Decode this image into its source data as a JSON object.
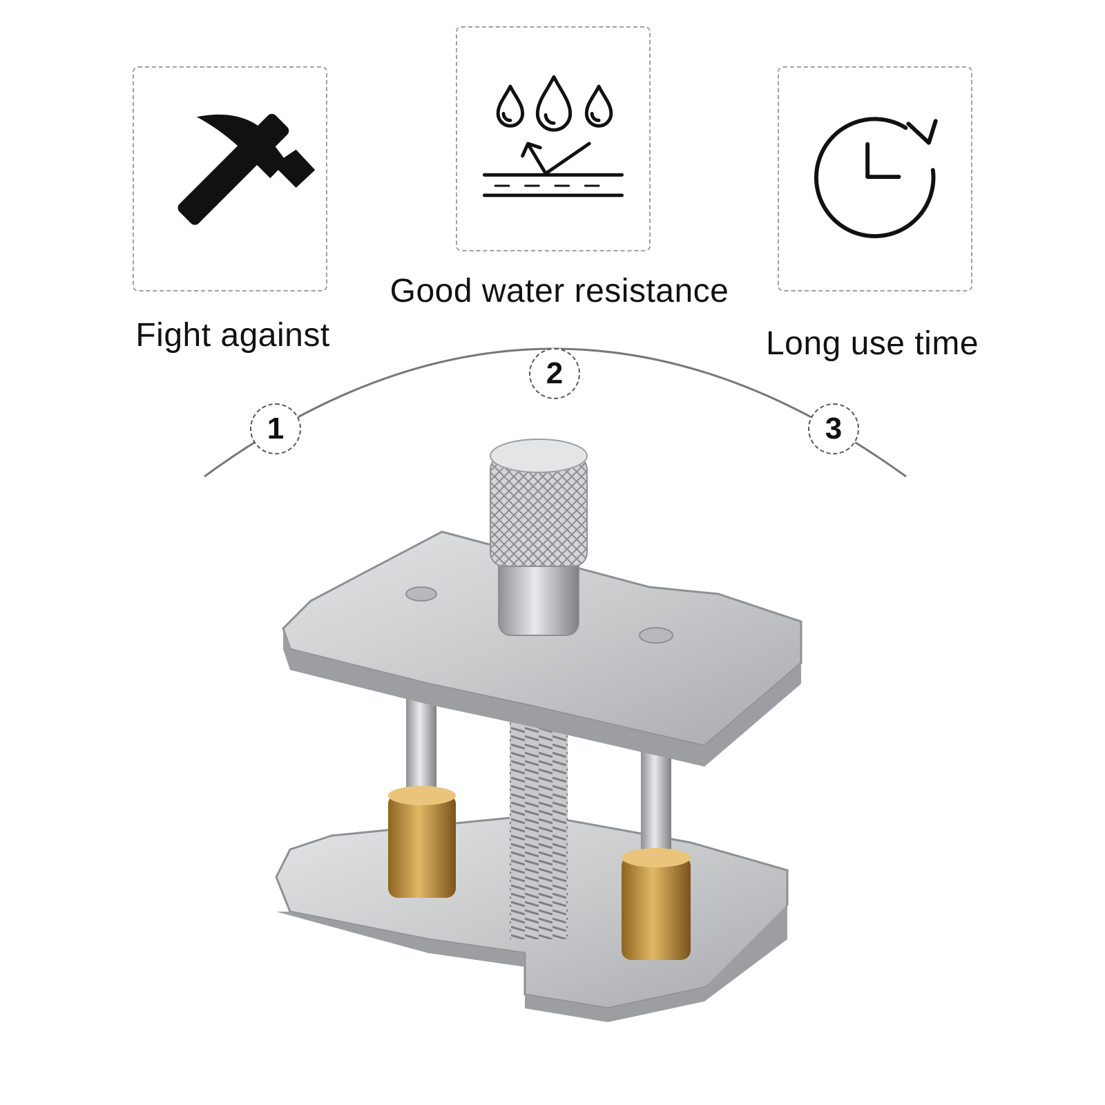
{
  "features": [
    {
      "icon": "hammer-icon",
      "caption": "Fight against",
      "step": "1"
    },
    {
      "icon": "water-drop-icon",
      "caption": "Good water resistance",
      "step": "2"
    },
    {
      "icon": "clock-refresh-icon",
      "caption": "Long use time",
      "step": "3"
    }
  ],
  "colors": {
    "icon": "#111111",
    "dashed_border": "#a0a0a0",
    "arc": "#777777",
    "metal": "#c9cacc",
    "brass": "#c79a45"
  },
  "product": {
    "subject": "watch-case-press-tool"
  }
}
